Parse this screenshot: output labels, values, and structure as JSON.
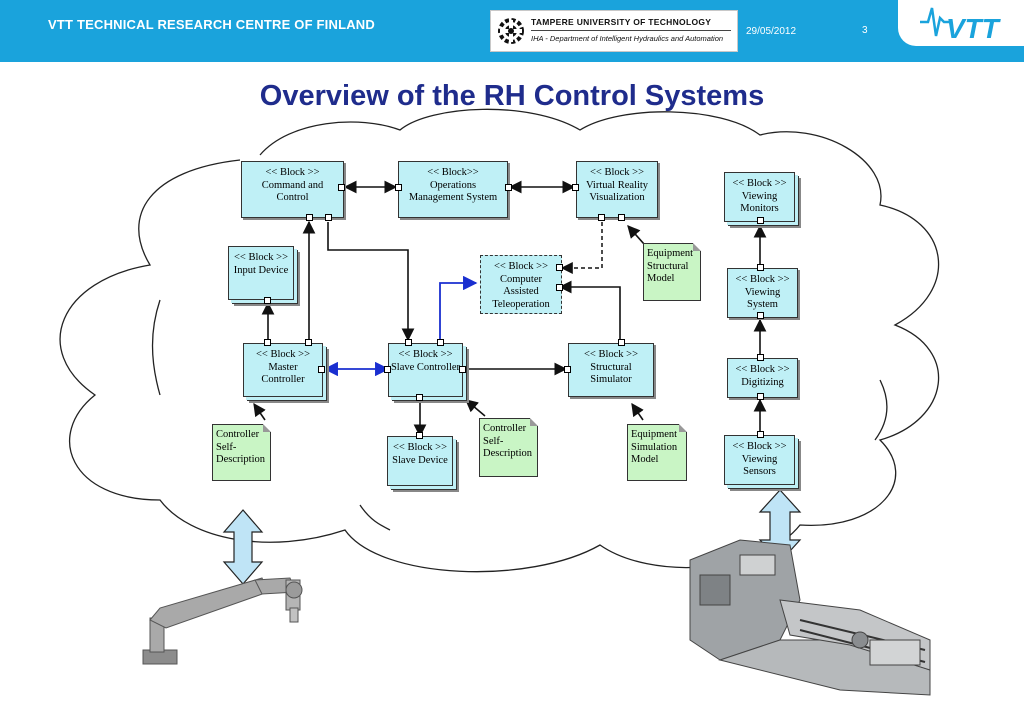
{
  "header": {
    "org": "VTT TECHNICAL RESEARCH CENTRE OF FINLAND",
    "university": "TAMPERE UNIVERSITY OF TECHNOLOGY",
    "department": "IHA - Department of Intelligent Hydraulics and Automation",
    "date": "29/05/2012",
    "page": "3",
    "vtt_logo": "VTT"
  },
  "title": "Overview of the RH Control Systems",
  "blocks": {
    "command": [
      "<< Block >>",
      "Command and",
      "Control"
    ],
    "operations": [
      "<< Block>>",
      "Operations",
      "Management System"
    ],
    "vr": [
      "<< Block >>",
      "Virtual Reality",
      "Visualization"
    ],
    "input": [
      "<< Block >>",
      "Input  Device"
    ],
    "cat": [
      "<< Block >>",
      "Computer",
      "Assisted",
      "Teleoperation"
    ],
    "master": [
      "<< Block >>",
      "Master",
      "Controller"
    ],
    "slave_ctrl": [
      "<< Block >>",
      "Slave Controller"
    ],
    "struct_sim": [
      "<< Block >>",
      "Structural",
      "Simulator"
    ],
    "slave_dev": [
      "<< Block >>",
      "Slave  Device"
    ],
    "view_monitors": [
      "<< Block >>",
      "Viewing",
      "Monitors"
    ],
    "view_system": [
      "<< Block >>",
      "Viewing",
      "System"
    ],
    "digitizing": [
      "<< Block >>",
      "Digitizing"
    ],
    "view_sensors": [
      "<< Block >>",
      "Viewing",
      "Sensors"
    ]
  },
  "notes": {
    "equip_struct": [
      "Equipment",
      "Structural",
      "Model"
    ],
    "ctrl_self_1": [
      "Controller",
      "Self-",
      "Description"
    ],
    "ctrl_self_2": [
      "Controller",
      "Self-",
      "Description"
    ],
    "equip_sim": [
      "Equipment",
      "Simulation",
      "Model"
    ]
  },
  "colors": {
    "header_bar": "#1aa3dc",
    "title": "#1f2c8c",
    "block_fill": "#bff0f6",
    "note_fill": "#c9f5c5",
    "blue_link": "#1a2fd0",
    "arrow_fill": "#bfe4f6"
  }
}
